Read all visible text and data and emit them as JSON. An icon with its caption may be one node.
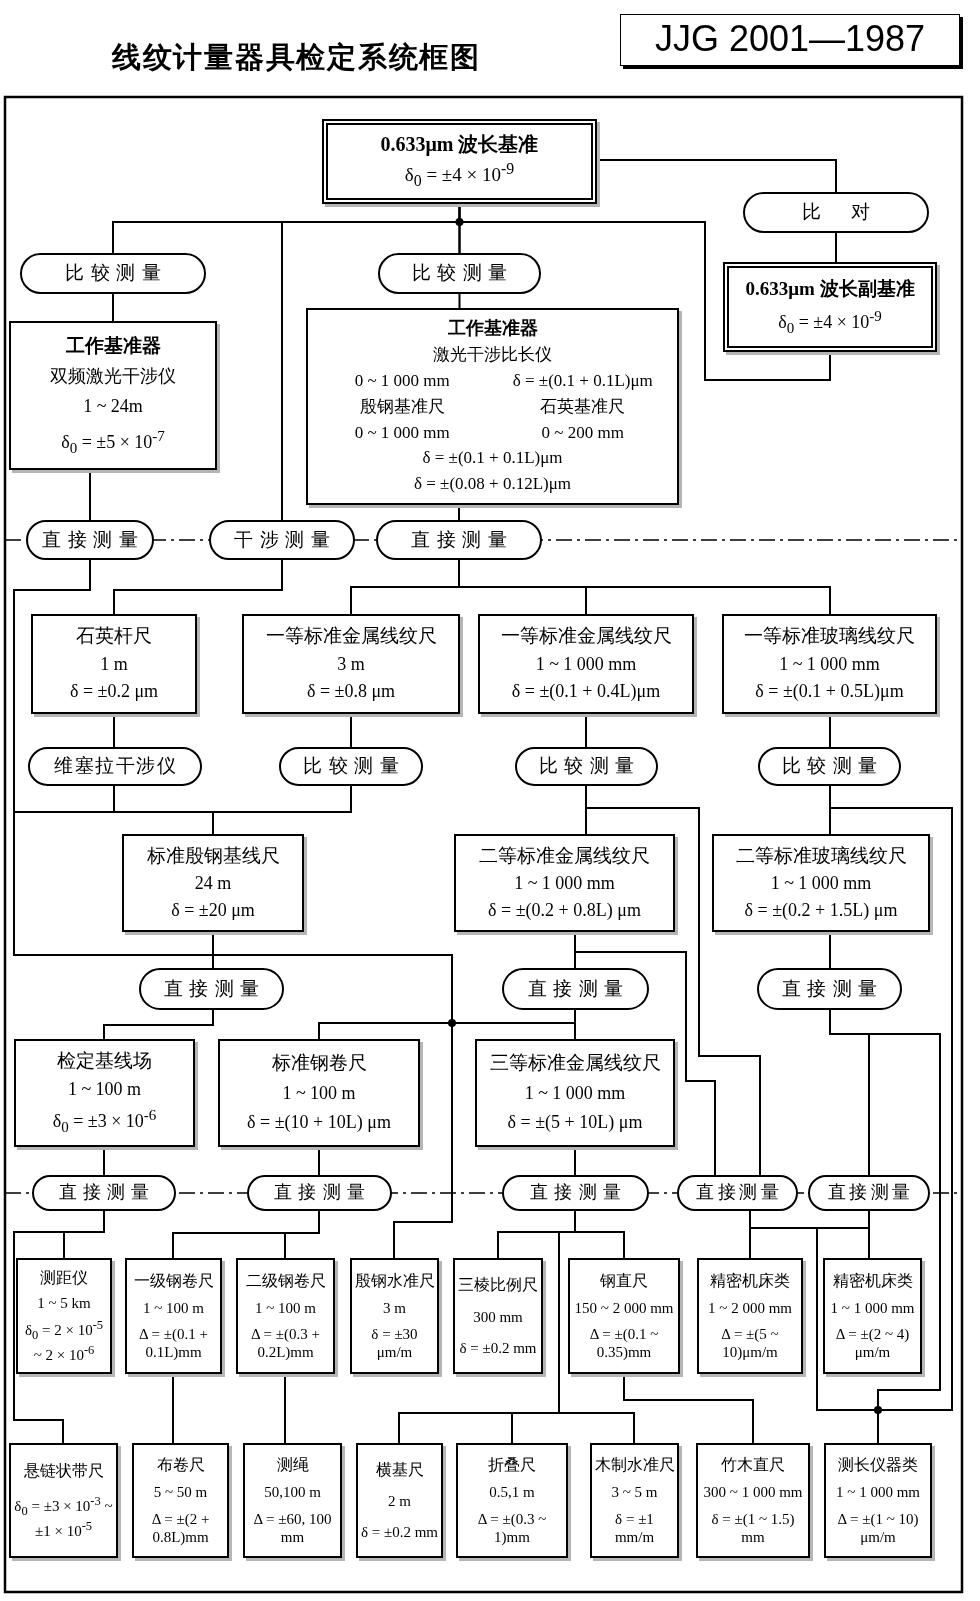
{
  "diagram": {
    "title": "线纹计量器具检定系统框图",
    "nodes": [
      {
        "text": [
          "0.633μm 波长基准",
          "δ$_{0}$ = ±4 × 10$^{-9}$"
        ]
      },
      {
        "text": [
          "比对"
        ]
      },
      {
        "text": [
          "0.633μm 波长副基准",
          "δ$_{0}$ = ±4 × 10$^{-9}$"
        ]
      },
      {
        "text": [
          "比较测量"
        ]
      },
      {
        "text": [
          "比较测量"
        ]
      },
      {
        "text": [
          "工作基准器",
          "双频激光干涉仪",
          "1 ~ 24m",
          "δ$_{0}$ = ±5 × 10$^{-7}$"
        ]
      },
      {
        "text": [
          "工作基准器",
          "激光干涉比长仪",
          "0 ~ 1 000 mm",
          "δ = ±(0.1 + 0.1L)μm",
          "殷钢基准尺",
          "石英基准尺",
          "0 ~ 1 000 mm",
          "0 ~ 200 mm",
          "δ = ±(0.1 + 0.1L)μm",
          "δ = ±(0.08 + 0.12L)μm"
        ]
      },
      {
        "text": [
          "直接测量"
        ]
      },
      {
        "text": [
          "干涉测量"
        ]
      },
      {
        "text": [
          "直接测量"
        ]
      },
      {
        "text": [
          "石英杆尺",
          "1 m",
          "δ = ±0.2 μm"
        ]
      },
      {
        "text": [
          "一等标准金属线纹尺",
          "3 m",
          "δ = ±0.8 μm"
        ]
      },
      {
        "text": [
          "一等标准金属线纹尺",
          "1 ~ 1 000 mm",
          "δ = ±(0.1 + 0.4L)μm"
        ]
      },
      {
        "text": [
          "一等标准玻璃线纹尺",
          "1 ~ 1 000 mm",
          "δ = ±(0.1 + 0.5L)μm"
        ]
      },
      {
        "text": [
          "维塞拉干涉仪"
        ]
      },
      {
        "text": [
          "比较测量"
        ]
      },
      {
        "text": [
          "比较测量"
        ]
      },
      {
        "text": [
          "比较测量"
        ]
      },
      {
        "text": [
          "标准殷钢基线尺",
          "24 m",
          "δ = ±20 μm"
        ]
      },
      {
        "text": [
          "二等标准金属线纹尺",
          "1 ~ 1 000 mm",
          "δ = ±(0.2 + 0.8L) μm"
        ]
      },
      {
        "text": [
          "二等标准玻璃线纹尺",
          "1 ~ 1 000 mm",
          "δ = ±(0.2 + 1.5L) μm"
        ]
      },
      {
        "text": [
          "直接测量"
        ]
      },
      {
        "text": [
          "直接测量"
        ]
      },
      {
        "text": [
          "直接测量"
        ]
      },
      {
        "text": [
          "检定基线场",
          "1 ~ 100 m",
          "δ$_{0}$ = ±3 × 10$^{-6}$"
        ]
      },
      {
        "text": [
          "标准钢卷尺",
          "1 ~ 100 m",
          "δ = ±(10 + 10L) μm"
        ]
      },
      {
        "text": [
          "三等标准金属线纹尺",
          "1 ~ 1 000 mm",
          "δ = ±(5 + 10L) μm"
        ]
      },
      {
        "text": [
          "直接测量"
        ]
      },
      {
        "text": [
          "直接测量"
        ]
      },
      {
        "text": [
          "直接测量"
        ]
      },
      {
        "text": [
          "直接测量"
        ]
      },
      {
        "text": [
          "直接测量"
        ]
      },
      {
        "text": [
          "测距仪",
          "1 ~ 5 km",
          "δ$_{0}$ = 2 × 10$^{-5}$ ~ 2 × 10$^{-6}$"
        ]
      },
      {
        "text": [
          "一级钢卷尺",
          "1 ~ 100 m",
          "Δ = ±(0.1 + 0.1L)mm"
        ]
      },
      {
        "text": [
          "二级钢卷尺",
          "1 ~ 100 m",
          "Δ = ±(0.3 + 0.2L)mm"
        ]
      },
      {
        "text": [
          "殷钢水准尺",
          "3 m",
          "δ = ±30 μm/m"
        ]
      },
      {
        "text": [
          "三棱比例尺",
          "300 mm",
          "δ = ±0.2 mm"
        ]
      },
      {
        "text": [
          "钢直尺",
          "150 ~ 2 000 mm",
          "Δ = ±(0.1 ~ 0.35)mm"
        ]
      },
      {
        "text": [
          "精密机床类",
          "1 ~ 2 000 mm",
          "Δ = ±(5 ~ 10)μm/m"
        ]
      },
      {
        "text": [
          "精密机床类",
          "1 ~ 1 000 mm",
          "Δ = ±(2 ~ 4) μm/m"
        ]
      },
      {
        "text": [
          "悬链状带尺",
          "δ$_{0}$ = ±3 × 10$^{-3}$ ~ ±1 × 10$^{-5}$"
        ]
      },
      {
        "text": [
          "布卷尺",
          "5 ~ 50 m",
          "Δ = ±(2 + 0.8L)mm"
        ]
      },
      {
        "text": [
          "测绳",
          "50,100 m",
          "Δ = ±60, 100 mm"
        ]
      },
      {
        "text": [
          "横基尺",
          "2 m",
          "δ = ±0.2 mm"
        ]
      },
      {
        "text": [
          "折叠尺",
          "0.5,1 m",
          "Δ = ±(0.3 ~ 1)mm"
        ]
      },
      {
        "text": [
          "木制水准尺",
          "3 ~ 5 m",
          "δ = ±1 mm/m"
        ]
      },
      {
        "text": [
          "竹木直尺",
          "300 ~ 1 000 mm",
          "δ = ±(1 ~ 1.5) mm"
        ]
      },
      {
        "text": [
          "测长仪器类",
          "1 ~ 1 000 mm",
          "Δ = ±(1 ~ 10) μm/m"
        ]
      }
    ],
    "edges": [
      {
        "from": 0,
        "to": 1,
        "arrow": "none"
      },
      {
        "from": 1,
        "to": 2,
        "arrow": "none"
      },
      {
        "from": 0,
        "to": 3,
        "arrow": "none"
      },
      {
        "from": 0,
        "to": 4,
        "arrow": "none"
      },
      {
        "from": 0,
        "to": 8,
        "arrow": "none"
      },
      {
        "from": 2,
        "to": 3,
        "arrow": "none"
      },
      {
        "from": 2,
        "to": 4,
        "arrow": "none"
      },
      {
        "from": 2,
        "to": 8,
        "arrow": "none"
      },
      {
        "from": 3,
        "to": 5,
        "arrow": "none"
      },
      {
        "from": 4,
        "to": 6,
        "arrow": "none"
      },
      {
        "from": 5,
        "to": 7,
        "arrow": "none"
      },
      {
        "from": 6,
        "to": 9,
        "arrow": "none"
      },
      {
        "from": 7,
        "to": 18,
        "arrow": "none"
      },
      {
        "from": 7,
        "to": 25,
        "arrow": "none"
      },
      {
        "from": 7,
        "to": 26,
        "arrow": "none"
      },
      {
        "from": 7,
        "to": 35,
        "arrow": "none"
      },
      {
        "from": 8,
        "to": 10,
        "arrow": "none"
      },
      {
        "from": 9,
        "to": 11,
        "arrow": "none"
      },
      {
        "from": 9,
        "to": 12,
        "arrow": "none"
      },
      {
        "from": 9,
        "to": 13,
        "arrow": "none"
      },
      {
        "from": 10,
        "to": 14,
        "arrow": "none"
      },
      {
        "from": 11,
        "to": 15,
        "arrow": "none"
      },
      {
        "from": 12,
        "to": 16,
        "arrow": "none"
      },
      {
        "from": 13,
        "to": 17,
        "arrow": "none"
      },
      {
        "from": 14,
        "to": 18,
        "arrow": "none"
      },
      {
        "from": 15,
        "to": 18,
        "arrow": "none"
      },
      {
        "from": 16,
        "to": 19,
        "arrow": "none"
      },
      {
        "from": 16,
        "to": 30,
        "arrow": "none"
      },
      {
        "from": 17,
        "to": 20,
        "arrow": "none"
      },
      {
        "from": 17,
        "to": 47,
        "arrow": "none"
      },
      {
        "from": 18,
        "to": 21,
        "arrow": "none"
      },
      {
        "from": 19,
        "to": 22,
        "arrow": "none"
      },
      {
        "from": 19,
        "to": 30,
        "arrow": "none"
      },
      {
        "from": 20,
        "to": 23,
        "arrow": "none"
      },
      {
        "from": 21,
        "to": 24,
        "arrow": "none"
      },
      {
        "from": 22,
        "to": 25,
        "arrow": "none"
      },
      {
        "from": 22,
        "to": 26,
        "arrow": "none"
      },
      {
        "from": 22,
        "to": 35,
        "arrow": "none"
      },
      {
        "from": 23,
        "to": 31,
        "arrow": "none"
      },
      {
        "from": 23,
        "to": 47,
        "arrow": "none"
      },
      {
        "from": 24,
        "to": 27,
        "arrow": "none"
      },
      {
        "from": 25,
        "to": 28,
        "arrow": "none"
      },
      {
        "from": 26,
        "to": 29,
        "arrow": "none"
      },
      {
        "from": 27,
        "to": 32,
        "arrow": "none"
      },
      {
        "from": 27,
        "to": 40,
        "arrow": "none"
      },
      {
        "from": 28,
        "to": 33,
        "arrow": "none"
      },
      {
        "from": 28,
        "to": 34,
        "arrow": "none"
      },
      {
        "from": 29,
        "to": 36,
        "arrow": "none"
      },
      {
        "from": 29,
        "to": 37,
        "arrow": "none"
      },
      {
        "from": 29,
        "to": 43,
        "arrow": "none"
      },
      {
        "from": 29,
        "to": 44,
        "arrow": "none"
      },
      {
        "from": 29,
        "to": 45,
        "arrow": "none"
      },
      {
        "from": 33,
        "to": 41,
        "arrow": "none"
      },
      {
        "from": 34,
        "to": 42,
        "arrow": "none"
      },
      {
        "from": 37,
        "to": 46,
        "arrow": "none"
      },
      {
        "from": 30,
        "to": 38,
        "arrow": "none"
      },
      {
        "from": 31,
        "to": 39,
        "arrow": "none"
      },
      {
        "from": 30,
        "to": 47,
        "arrow": "none"
      },
      {
        "from": 31,
        "to": 47,
        "arrow": "none"
      }
    ],
    "labels": [
      "JJG 2001—1987"
    ]
  }
}
